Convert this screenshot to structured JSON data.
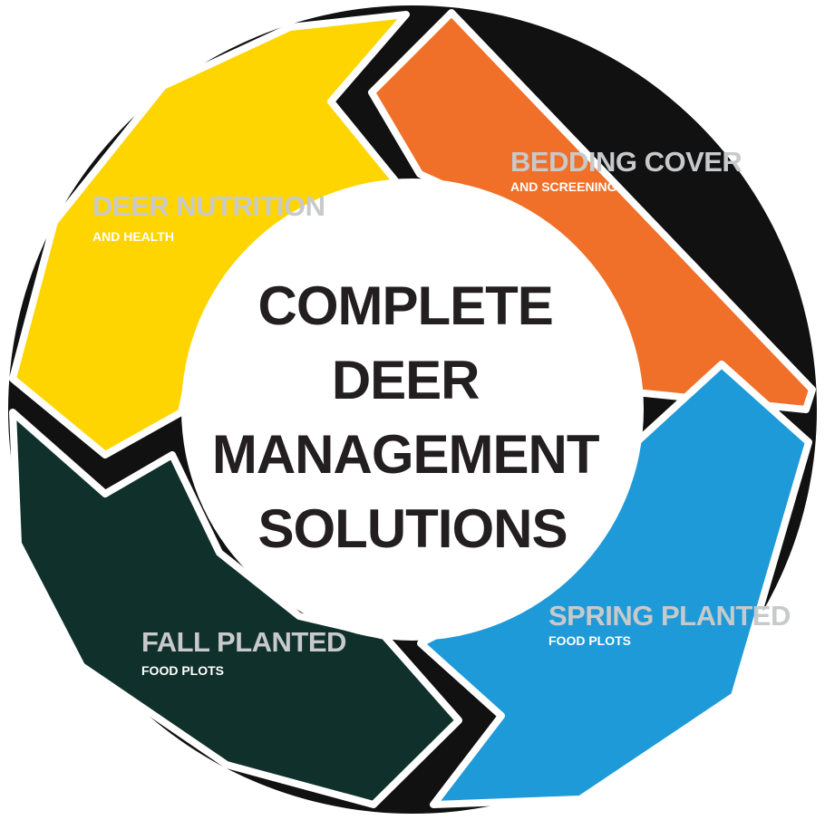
{
  "title": {
    "lines": [
      "COMPLETE",
      "DEER",
      "MANAGEMENT",
      "SOLUTIONS"
    ],
    "color": "#231f20"
  },
  "segments": [
    {
      "id": "bedding",
      "label": "BEDDING COVER",
      "sublabel": "AND SCREENING",
      "fill": "#f07029",
      "label_color": "#c8c9cb",
      "sublabel_color": "#ffffff"
    },
    {
      "id": "spring",
      "label": "SPRING PLANTED",
      "sublabel": "FOOD PLOTS",
      "fill": "#1e9ad8",
      "label_color": "#c8c9cb",
      "sublabel_color": "#ffffff"
    },
    {
      "id": "fall",
      "label": "FALL PLANTED",
      "sublabel": "FOOD PLOTS",
      "fill": "#10312b",
      "label_color": "#c8c9cb",
      "sublabel_color": "#ffffff"
    },
    {
      "id": "nutrition",
      "label": "DEER NUTRITION",
      "sublabel": "AND HEALTH",
      "fill": "#ffd500",
      "label_color": "#c8c9cb",
      "sublabel_color": "#ffffff"
    }
  ],
  "outline_color": "#111111"
}
